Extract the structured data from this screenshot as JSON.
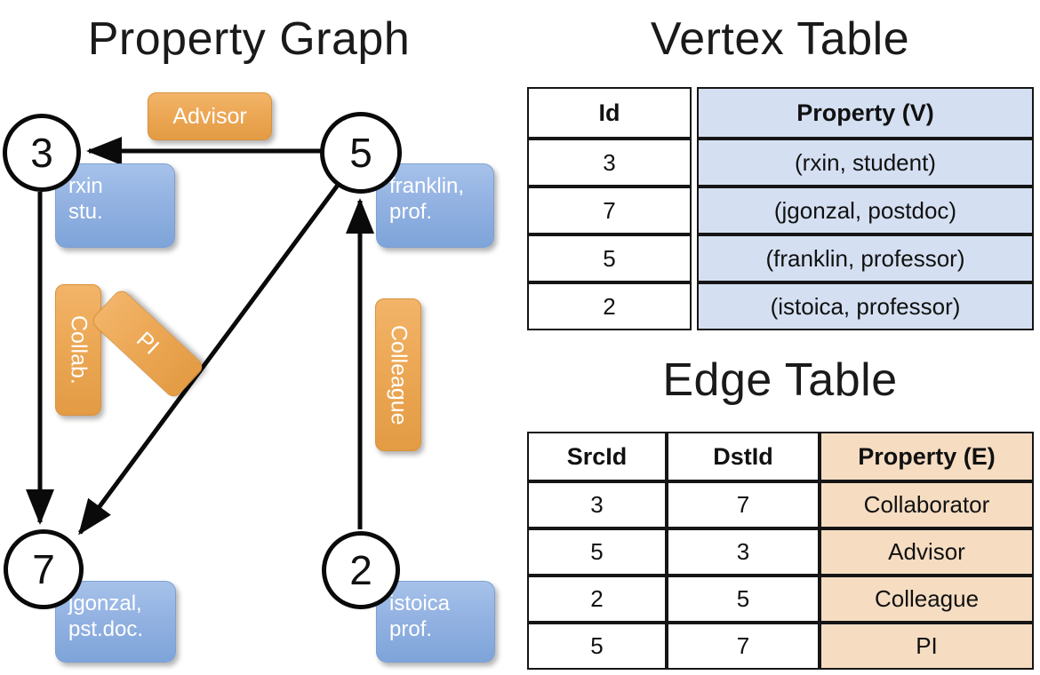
{
  "graph": {
    "title": "Property Graph",
    "nodes": [
      {
        "id": "3",
        "property_lines": [
          "rxin",
          "stu."
        ]
      },
      {
        "id": "5",
        "property_lines": [
          "franklin,",
          "prof."
        ]
      },
      {
        "id": "7",
        "property_lines": [
          "jgonzal,",
          "pst.doc."
        ]
      },
      {
        "id": "2",
        "property_lines": [
          "istoica",
          "prof."
        ]
      }
    ],
    "edge_labels": [
      {
        "name": "advisor",
        "text": "Advisor",
        "orientation": "horizontal"
      },
      {
        "name": "collaborator",
        "text": "Collab.",
        "orientation": "vertical"
      },
      {
        "name": "pi",
        "text": "PI",
        "orientation": "rotated"
      },
      {
        "name": "colleague",
        "text": "Colleague",
        "orientation": "vertical"
      }
    ],
    "edges": [
      {
        "from": "5",
        "to": "3",
        "label": "Advisor"
      },
      {
        "from": "3",
        "to": "7",
        "label": "Collab."
      },
      {
        "from": "5",
        "to": "7",
        "label": "PI"
      },
      {
        "from": "2",
        "to": "5",
        "label": "Colleague"
      }
    ]
  },
  "vertex_table": {
    "title": "Vertex Table",
    "headers": [
      "Id",
      "Property (V)"
    ],
    "rows": [
      {
        "id": "3",
        "property": "(rxin, student)"
      },
      {
        "id": "7",
        "property": "(jgonzal, postdoc)"
      },
      {
        "id": "5",
        "property": "(franklin, professor)"
      },
      {
        "id": "2",
        "property": "(istoica, professor)"
      }
    ]
  },
  "edge_table": {
    "title": "Edge Table",
    "headers": [
      "SrcId",
      "DstId",
      "Property (E)"
    ],
    "rows": [
      {
        "src": "3",
        "dst": "7",
        "property": "Collaborator"
      },
      {
        "src": "5",
        "dst": "3",
        "property": "Advisor"
      },
      {
        "src": "2",
        "dst": "5",
        "property": "Colleague"
      },
      {
        "src": "5",
        "dst": "7",
        "property": "PI"
      }
    ]
  },
  "colors": {
    "vertex_property_fill": "#d4e0f2",
    "edge_property_fill": "#f6ddc2",
    "node_box_blue": "#93b2e2",
    "edge_badge_orange": "#eda957",
    "stroke": "#151515"
  }
}
